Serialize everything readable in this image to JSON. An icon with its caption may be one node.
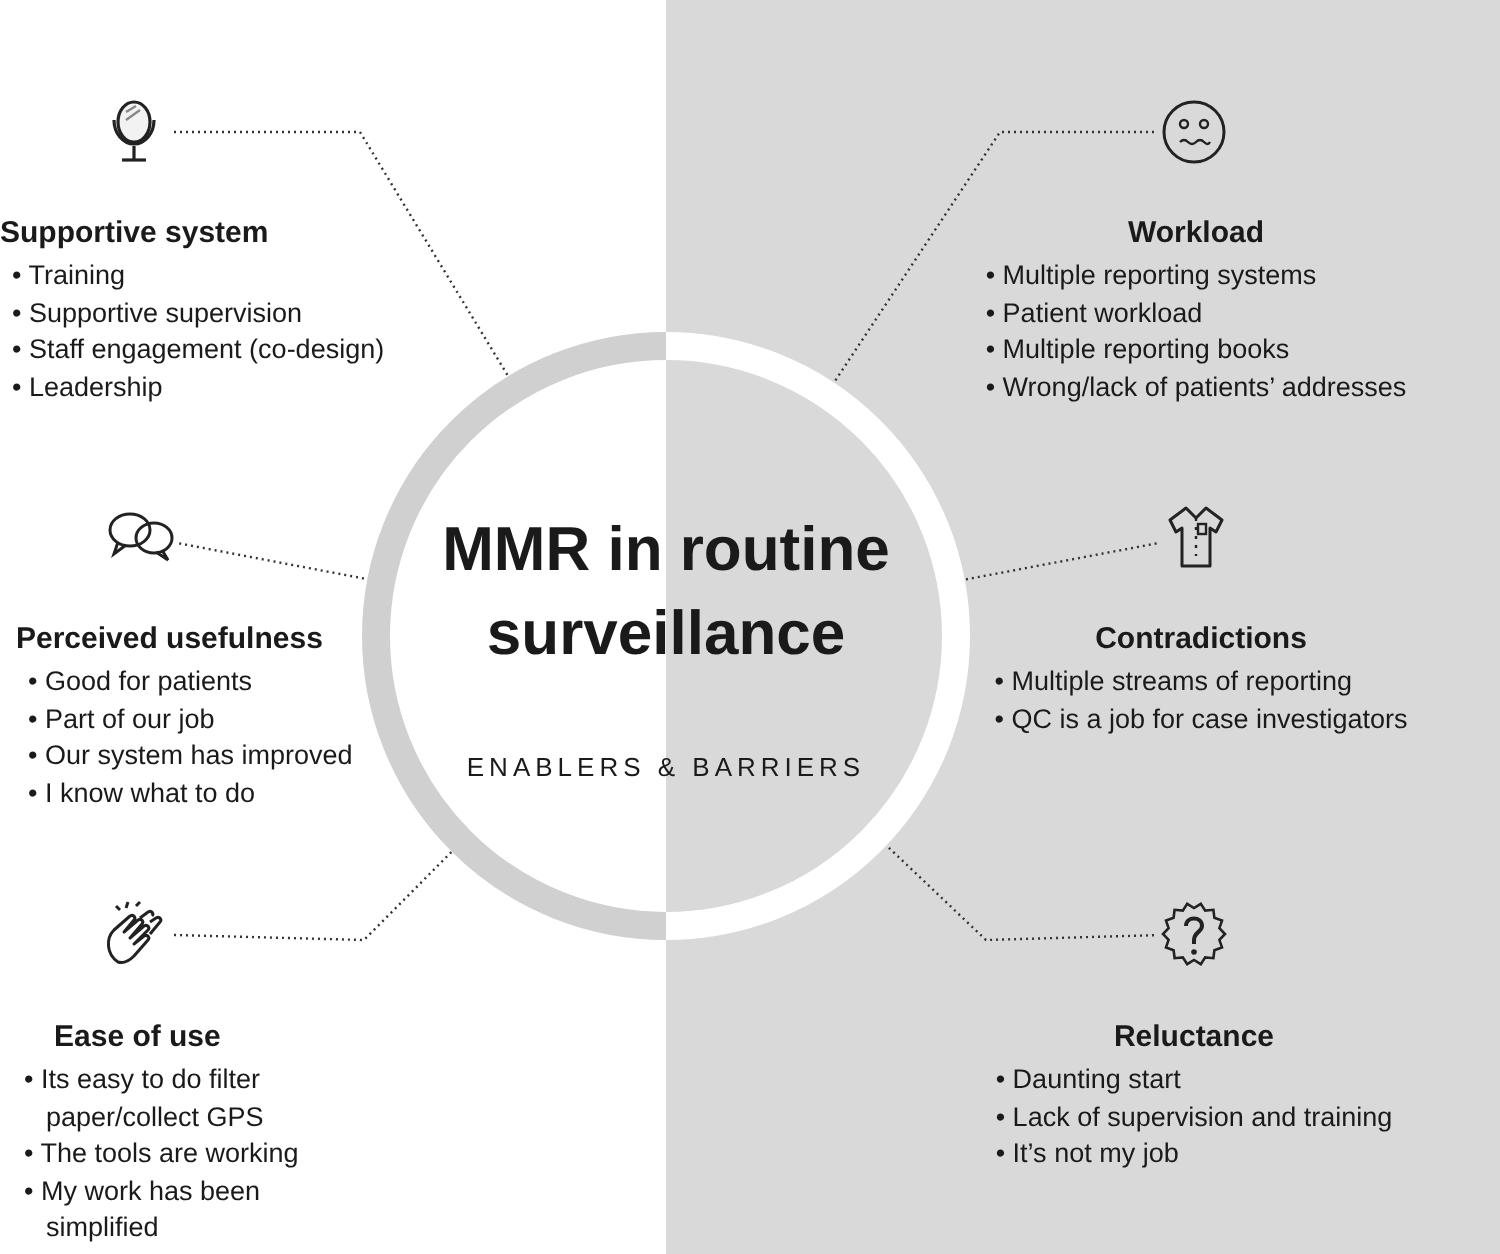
{
  "diagram": {
    "nodes": [
      {
        "text": [
          "MMR in routine surveillance",
          "ENABLERS & BARRIERS"
        ]
      },
      {
        "text": [],
        "shape": "picture",
        "beside": [
          "Supportive system",
          "• Training",
          "• Supportive supervision",
          "• Staff engagement (co-design)",
          "• Leadership"
        ]
      },
      {
        "text": [],
        "shape": "picture",
        "beside": [
          "Workload",
          "• Multiple reporting systems",
          "• Patient workload",
          "• Multiple reporting books",
          "• Wrong/lack of patients’ addresses"
        ]
      },
      {
        "text": [],
        "shape": "picture",
        "beside": [
          "Perceived usefulness",
          "• Good for patients",
          "• Part of our job",
          "• Our system has improved",
          "• I know what to do"
        ]
      },
      {
        "text": [],
        "shape": "picture",
        "beside": [
          "Contradictions",
          "• Multiple streams of reporting",
          "• QC is a job for case investigators"
        ]
      },
      {
        "text": [],
        "shape": "picture",
        "beside": [
          "Ease of use",
          "• Its easy to do filter paper/collect GPS",
          "• The tools are working",
          "• My work has been simplified"
        ]
      },
      {
        "text": [],
        "shape": "picture",
        "beside": [
          "Reluctance",
          "• Daunting start",
          "• Lack of supervision and training",
          "• It’s not my job"
        ]
      }
    ],
    "edges": [
      {
        "from": 1,
        "to": 0,
        "arrow": "none"
      },
      {
        "from": 2,
        "to": 0,
        "arrow": "none"
      },
      {
        "from": 3,
        "to": 0,
        "arrow": "none"
      },
      {
        "from": 4,
        "to": 0,
        "arrow": "none"
      },
      {
        "from": 5,
        "to": 0,
        "arrow": "none"
      },
      {
        "from": 6,
        "to": 0,
        "arrow": "none"
      }
    ]
  }
}
